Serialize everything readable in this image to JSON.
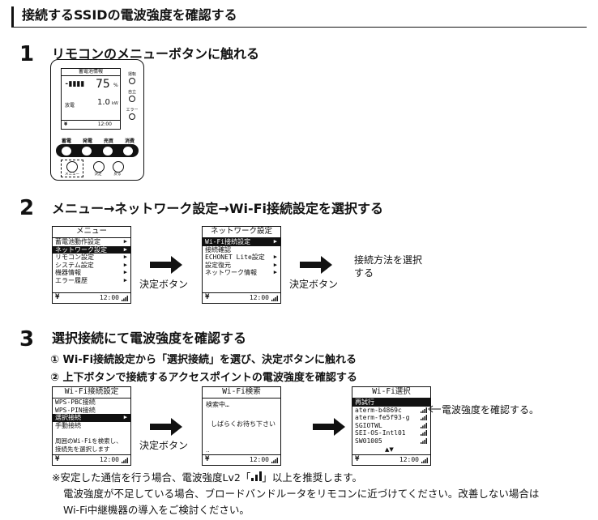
{
  "title": "接続するSSIDの電波強度を確認する",
  "step1": {
    "num": "1",
    "heading": "リモコンのメニューボタンに触れる",
    "device": {
      "screen_title": "蓄電池情報",
      "battery_value": "75",
      "battery_unit": "%",
      "power_label": "放電",
      "power_value": "1.0",
      "power_unit": "kW",
      "time": "12:00",
      "led_labels": [
        "運転",
        "自立",
        "エラー"
      ],
      "mode_labels": [
        "蓄電",
        "発電",
        "売買",
        "消費"
      ],
      "bottom_buttons": [
        "メニュー",
        "決定",
        "戻る"
      ]
    }
  },
  "step2": {
    "num": "2",
    "heading": "メニュー→ネットワーク設定→Wi-Fi接続設定を選択する",
    "screen1": {
      "title": "メニュー",
      "items": [
        "蓄電池動作設定",
        "ネットワーク設定",
        "リモコン設定",
        "システム設定",
        "機器情報",
        "エラー履歴"
      ],
      "selected": 1,
      "time": "12:00"
    },
    "screen2": {
      "title": "ネットワーク設定",
      "items": [
        "Wi-Fi接続設定",
        "接続確認",
        "ECHONET Lite設定",
        "設定復元",
        "ネットワーク情報"
      ],
      "selected": 0,
      "time": "12:00"
    },
    "arrow_label1": "決定ボタン",
    "arrow_label2": "決定ボタン",
    "result_text": "接続方法を選択する"
  },
  "step3": {
    "num": "3",
    "heading": "選択接続にて電波強度を確認する",
    "sub1": "① Wi-Fi接続設定から「選択接続」を選び、決定ボタンに触れる",
    "sub2": "② 上下ボタンで接続するアクセスポイントの電波強度を確認する",
    "screen1": {
      "title": "Wi-Fi接続設定",
      "items": [
        "WPS-PBC接続",
        "WPS-PIN接続",
        "選択接続",
        "手動接続"
      ],
      "selected": 2,
      "note": "周囲のWi-Fiを検索し、接続先を選択します",
      "time": "12:00"
    },
    "screen2": {
      "title": "Wi-Fi検索",
      "line1": "検索中…",
      "line2": "しばらくお待ち下さい",
      "dots": "‥",
      "time": "12:00"
    },
    "screen3": {
      "title": "Wi-Fi選択",
      "items": [
        "再試行",
        "aterm-b4869c",
        "aterm-fe5f93-g",
        "SGIOTWL",
        "SEI-OS-Intl01",
        "SW01005"
      ],
      "selected": 0,
      "time": "12:00"
    },
    "arrow_label": "決定ボタン",
    "callout": "電波強度を確認する。"
  },
  "notes": {
    "line1_before": "※安定した通信を行う場合、電波強度Lv2「",
    "line1_after": "」以上を推奨します。",
    "line2": "電波強度が不足している場合、ブロードバンドルータをリモコンに近づけてください。改善しない場合は",
    "line3": "Wi-Fi中継機器の導入をご検討ください。"
  }
}
